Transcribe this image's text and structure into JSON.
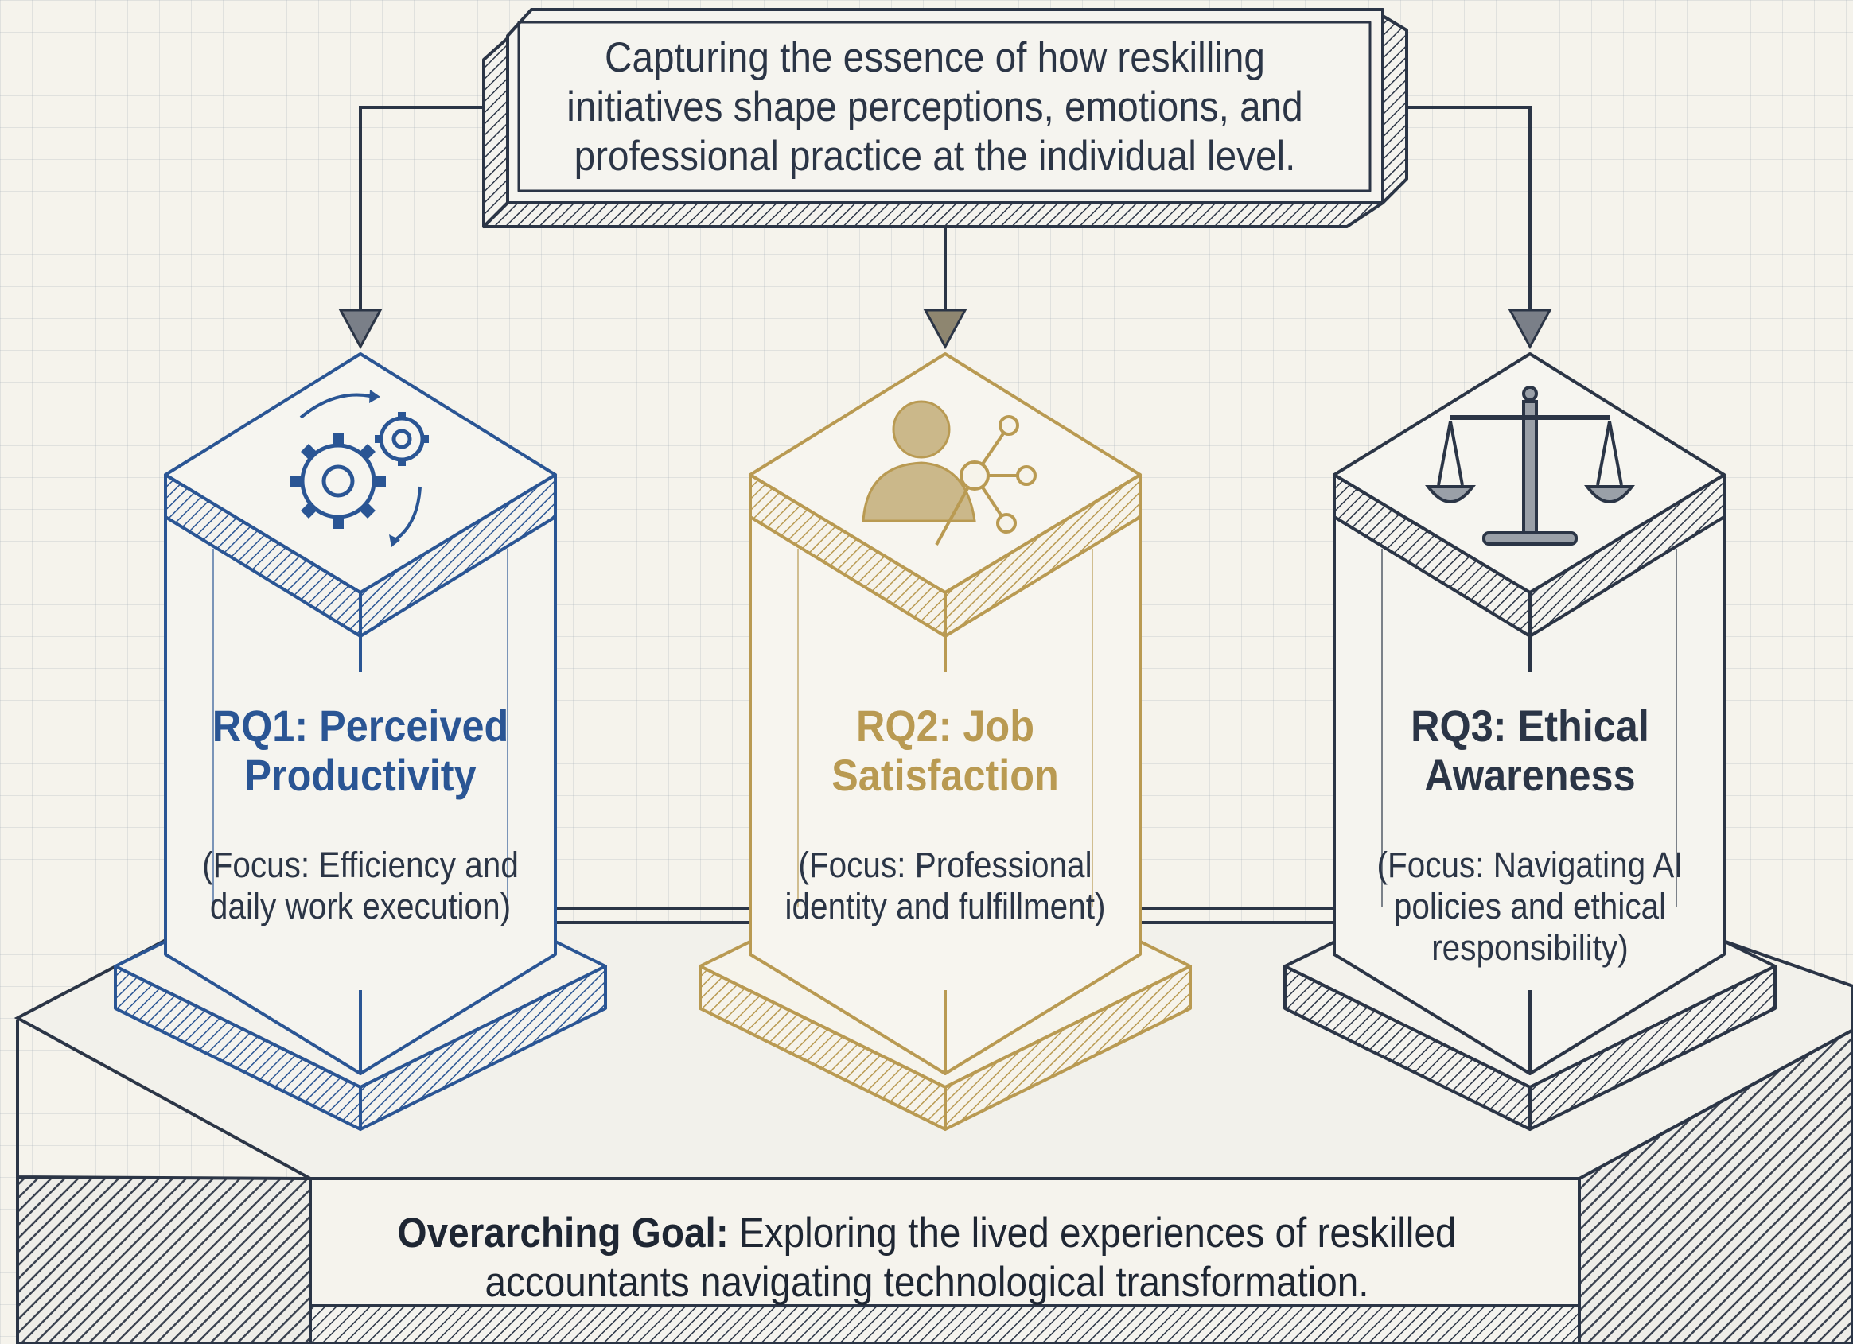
{
  "header": {
    "text": "Capturing the essence of how reskilling initiatives shape perceptions, emotions, and professional practice at the individual level."
  },
  "pillars": [
    {
      "id": "rq1",
      "title": "RQ1: Perceived Productivity",
      "focus": "(Focus: Efficiency and daily work execution)",
      "icon": "gears-icon",
      "color": "#2a5594"
    },
    {
      "id": "rq2",
      "title": "RQ2: Job Satisfaction",
      "focus": "(Focus: Professional identity and fulfillment)",
      "icon": "person-network-icon",
      "color": "#b99a52"
    },
    {
      "id": "rq3",
      "title": "RQ3: Ethical Awareness",
      "focus": "(Focus: Navigating AI policies and ethical responsibility)",
      "icon": "balance-scale-icon",
      "color": "#2b3546"
    }
  ],
  "footer": {
    "goal_label": "Overarching Goal:",
    "goal_text": "Exploring the lived experiences of reskilled accountants navigating technological transformation."
  }
}
